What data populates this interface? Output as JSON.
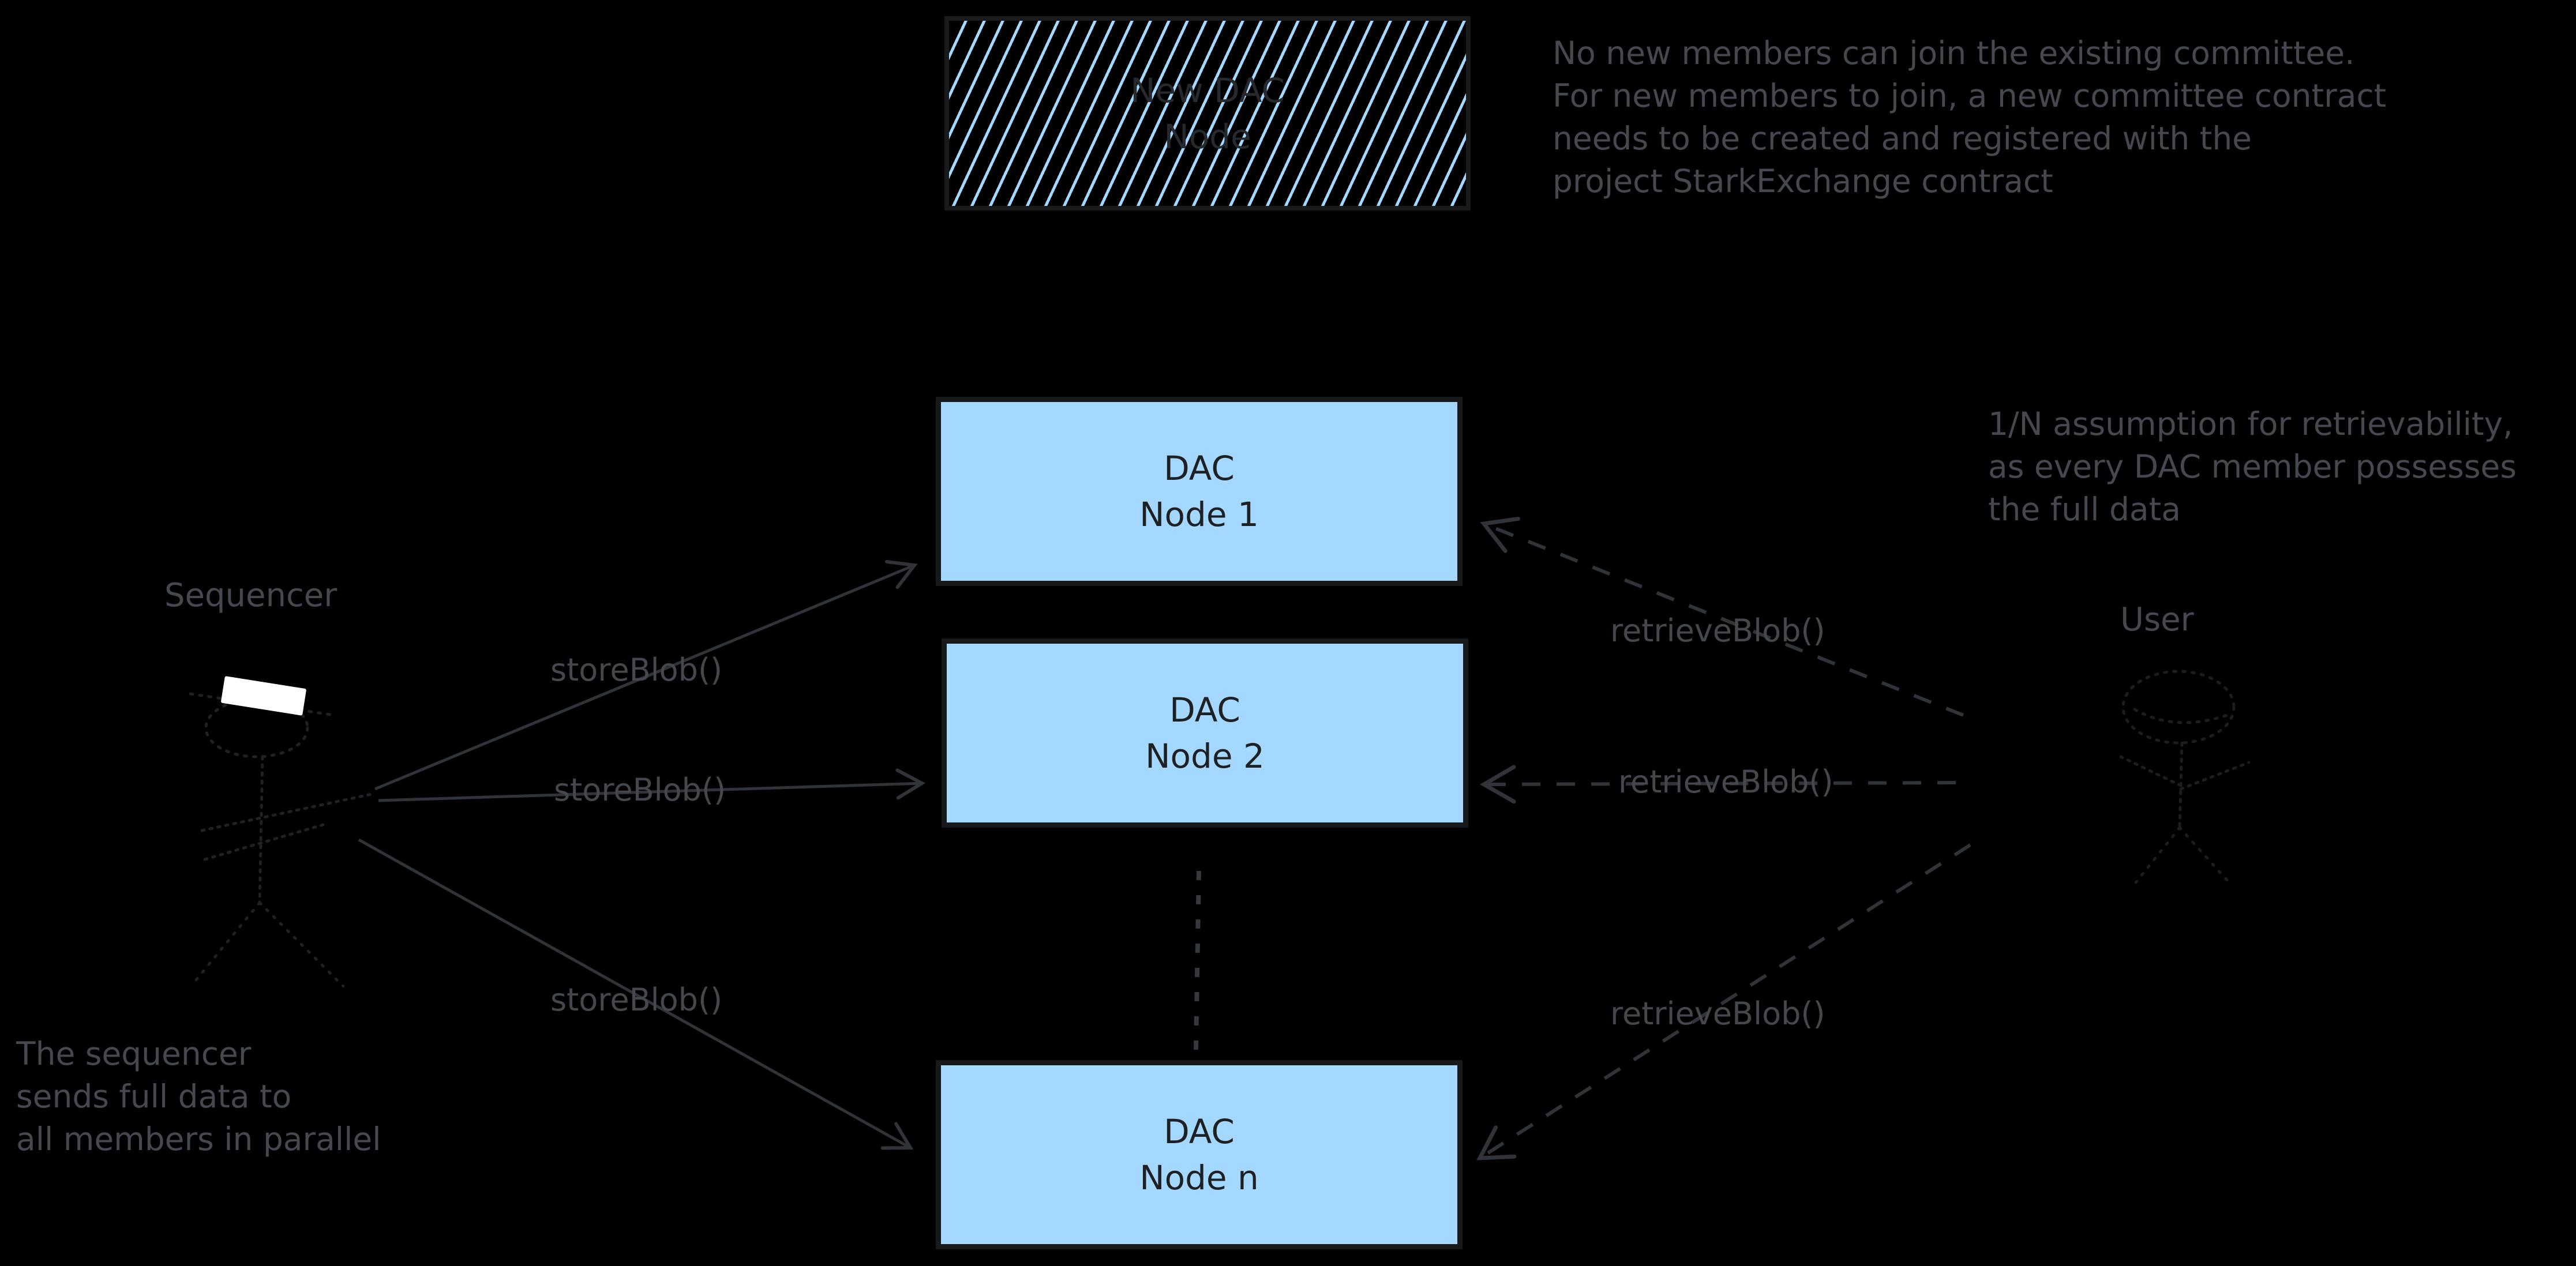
{
  "diagram": {
    "background_color": "#000000",
    "colors": {
      "node_fill": "#a5d8ff",
      "node_border": "#17191b",
      "node_text": "#1e2124",
      "annotation_text": "#45494f",
      "arrow_line": "#303439",
      "figure_stroke": "#1e2125",
      "highlight_rect": "#ffffff"
    },
    "new_dac_box": {
      "line1": "New DAC",
      "line2": "Node"
    },
    "nodes": [
      {
        "line1": "DAC",
        "line2": "Node 1"
      },
      {
        "line1": "DAC",
        "line2": "Node 2"
      },
      {
        "line1": "DAC",
        "line2": "Node n"
      }
    ],
    "actors": {
      "sequencer": "Sequencer",
      "user": "User"
    },
    "edge_labels": {
      "store": "storeBlob()",
      "retrieve": "retrieveBlob()"
    },
    "annotations": {
      "committee_note": [
        "No new members can join the existing committee.",
        "For new members to join, a new committee contract",
        "needs to be created and registered with the",
        "project StarkExchange contract"
      ],
      "retrievability_note": [
        "1/N assumption for retrievability,",
        "as every DAC member possesses",
        "the full data"
      ],
      "sequencer_note": [
        "The sequencer",
        "sends full data to",
        "all members in parallel"
      ]
    }
  }
}
